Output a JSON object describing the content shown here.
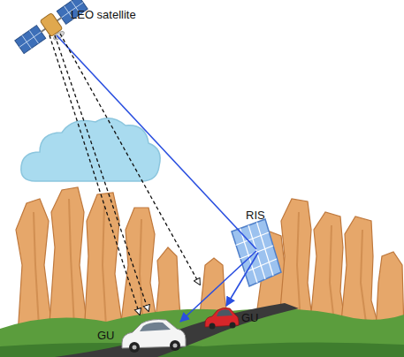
{
  "diagram": {
    "labels": [
      "LEO satellite",
      "RIS",
      "GU",
      "GU"
    ]
  }
}
